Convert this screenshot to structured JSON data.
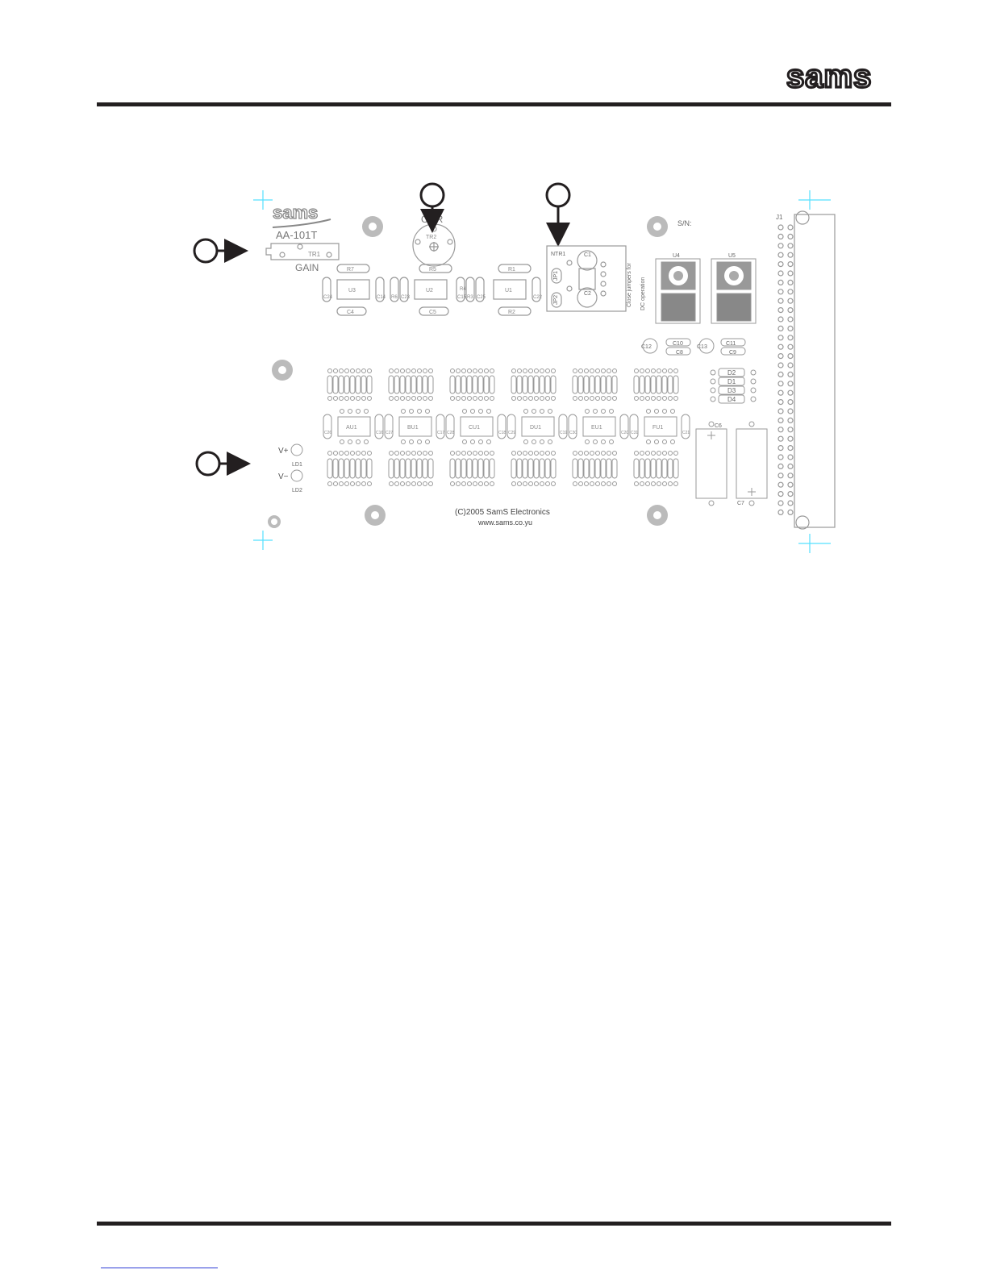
{
  "header": {
    "logo_text": "sams"
  },
  "board": {
    "logo_text": "sams",
    "model": "AA-101T",
    "gain_label": "GAIN",
    "cmr_label": "CMR",
    "sn_label": "S/N:",
    "tr1": "TR1",
    "tr2": "TR2",
    "ntr1": "NTR1",
    "jp1": "JP1",
    "jp2": "JP2",
    "c1": "C1",
    "c2": "C2",
    "jumper_note_line1": "Close jumpers for",
    "jumper_note_line2": "DC operation",
    "u1": "U1",
    "u2": "U2",
    "u3": "U3",
    "u4": "U4",
    "u5": "U5",
    "r1": "R1",
    "r2": "R2",
    "r5": "R5",
    "r7": "R7",
    "c4": "C4",
    "c5": "C5",
    "c6": "C6",
    "c7": "C7",
    "c8": "C8",
    "c9": "C9",
    "c10": "C10",
    "c11": "C11",
    "c12": "C12",
    "c13": "C13",
    "c14": "C14",
    "c15": "C15",
    "c22": "C22",
    "c23": "C23",
    "c24": "C24",
    "c25": "C25",
    "r3": "R3",
    "r4": "R4",
    "r6": "R6",
    "diodes": [
      "D2",
      "D1",
      "D3",
      "D4"
    ],
    "j1": "J1",
    "vplus": "V+",
    "vminus": "V−",
    "ld1": "LD1",
    "ld2": "LD2",
    "ic_labels": [
      "AU1",
      "BU1",
      "CU1",
      "DU1",
      "EU1",
      "FU1"
    ],
    "ic_caps": [
      "C26",
      "C16",
      "C27",
      "C17",
      "C28",
      "C18",
      "C29",
      "C19",
      "C30",
      "C20",
      "C31",
      "C21"
    ],
    "copyright": "(C)2005 SamS Electronics",
    "website": "www.sams.co.yu"
  }
}
